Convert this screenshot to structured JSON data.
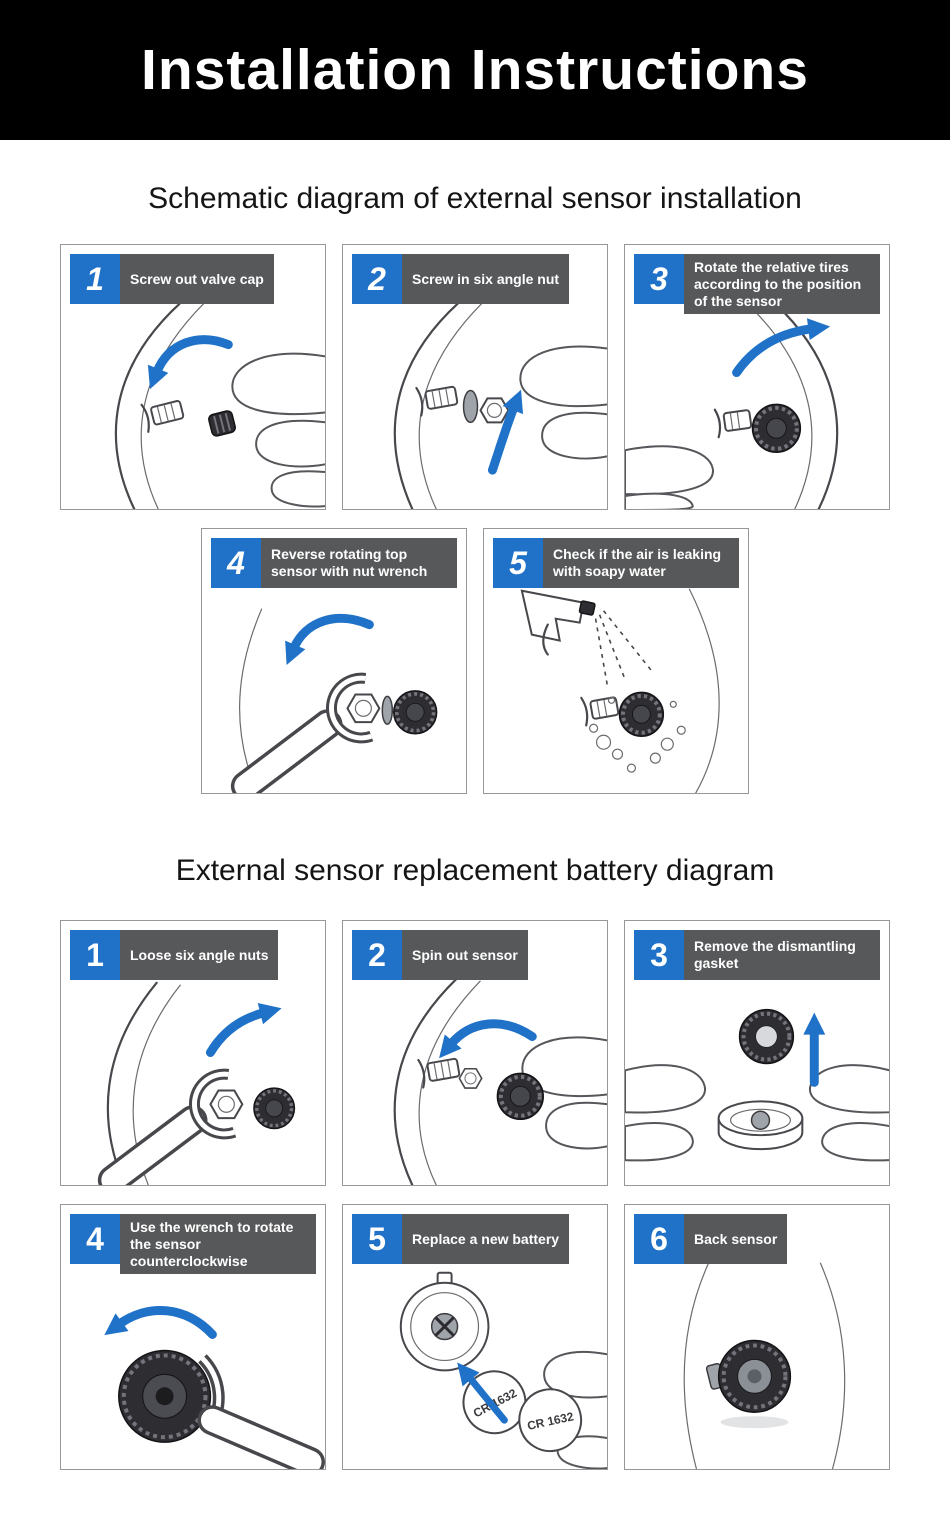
{
  "header": {
    "title": "Installation Instructions"
  },
  "sections": [
    {
      "title": "Schematic diagram of external sensor installation",
      "steps": [
        {
          "num": "1",
          "label": "Screw out valve cap"
        },
        {
          "num": "2",
          "label": "Screw in six angle nut"
        },
        {
          "num": "3",
          "label": "Rotate the relative tires according to the position of the sensor"
        },
        {
          "num": "4",
          "label": "Reverse rotating top sensor with nut wrench"
        },
        {
          "num": "5",
          "label": "Check if the air is leaking with soapy water"
        }
      ]
    },
    {
      "title": "External sensor replacement battery diagram",
      "steps": [
        {
          "num": "1",
          "label": "Loose six angle nuts"
        },
        {
          "num": "2",
          "label": "Spin out sensor"
        },
        {
          "num": "3",
          "label": "Remove the dismantling gasket"
        },
        {
          "num": "4",
          "label": "Use the wrench to rotate the sensor counterclockwise"
        },
        {
          "num": "5",
          "label": "Replace a new battery"
        },
        {
          "num": "6",
          "label": "Back sensor"
        }
      ]
    }
  ],
  "illustrations": {
    "battery_label": "CR 1632"
  },
  "colors": {
    "accent_blue": "#1f72c8",
    "label_gray": "#57585a",
    "banner_black": "#000000"
  }
}
